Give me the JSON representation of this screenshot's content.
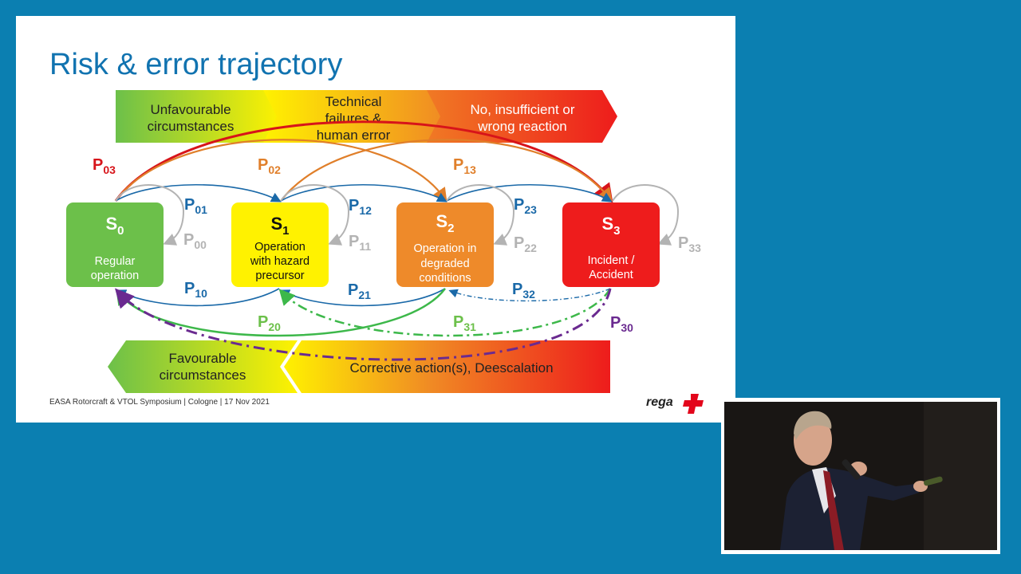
{
  "slide": {
    "title": "Risk & error trajectory",
    "footer": "EASA Rotorcraft & VTOL Symposium | Cologne | 17 Nov 2021",
    "logo_text": "rega"
  },
  "top_arrows": [
    {
      "lines": [
        "Unfavourable",
        "circumstances"
      ]
    },
    {
      "lines": [
        "Technical",
        "failures &",
        "human error"
      ]
    },
    {
      "lines": [
        "No, insufficient or",
        "wrong reaction"
      ]
    }
  ],
  "bottom_arrows": [
    {
      "lines": [
        "Favourable",
        "circumstances"
      ]
    },
    {
      "lines": [
        "Corrective action(s), Deescalation"
      ]
    }
  ],
  "states": [
    {
      "name": "S",
      "sub": "0",
      "lines": [
        "Regular",
        "operation"
      ],
      "fill": "#6cc04a",
      "text_color": "#ffffff"
    },
    {
      "name": "S",
      "sub": "1",
      "lines": [
        "Operation",
        "with hazard",
        "precursor"
      ],
      "fill": "#fff200",
      "text_color": "#111111"
    },
    {
      "name": "S",
      "sub": "2",
      "lines": [
        "Operation in",
        "degraded",
        "conditions"
      ],
      "fill": "#ee8a2a",
      "text_color": "#ffffff"
    },
    {
      "name": "S",
      "sub": "3",
      "lines": [
        "Incident /",
        "Accident"
      ],
      "fill": "#ee1c1c",
      "text_color": "#ffffff"
    }
  ],
  "probabilities": [
    {
      "id": "p03",
      "main": "P",
      "sub": "03",
      "color": "#d7141a"
    },
    {
      "id": "p02",
      "main": "P",
      "sub": "02",
      "color": "#e07f2a"
    },
    {
      "id": "p13",
      "main": "P",
      "sub": "13",
      "color": "#e07f2a"
    },
    {
      "id": "p01",
      "main": "P",
      "sub": "01",
      "color": "#1a69a8"
    },
    {
      "id": "p12",
      "main": "P",
      "sub": "12",
      "color": "#1a69a8"
    },
    {
      "id": "p23",
      "main": "P",
      "sub": "23",
      "color": "#1a69a8"
    },
    {
      "id": "p00",
      "main": "P",
      "sub": "00",
      "color": "#b3b3b3"
    },
    {
      "id": "p11",
      "main": "P",
      "sub": "11",
      "color": "#b3b3b3"
    },
    {
      "id": "p22",
      "main": "P",
      "sub": "22",
      "color": "#b3b3b3"
    },
    {
      "id": "p33",
      "main": "P",
      "sub": "33",
      "color": "#b3b3b3"
    },
    {
      "id": "p10",
      "main": "P",
      "sub": "10",
      "color": "#1a69a8"
    },
    {
      "id": "p21",
      "main": "P",
      "sub": "21",
      "color": "#1a69a8"
    },
    {
      "id": "p32",
      "main": "P",
      "sub": "32",
      "color": "#1a69a8"
    },
    {
      "id": "p20",
      "main": "P",
      "sub": "20",
      "color": "#6cc04a"
    },
    {
      "id": "p31",
      "main": "P",
      "sub": "31",
      "color": "#6cc04a"
    },
    {
      "id": "p30",
      "main": "P",
      "sub": "30",
      "color": "#6a2a90"
    }
  ],
  "colors": {
    "background": "#0b7fb1",
    "title": "#1173b0",
    "green": "#6cc04a",
    "yellow": "#fff200",
    "orange": "#ee8a2a",
    "red": "#ee1c1c",
    "blue_arrow": "#1a69a8",
    "grey_loop": "#b3b3b3",
    "purple": "#6a2a90"
  }
}
